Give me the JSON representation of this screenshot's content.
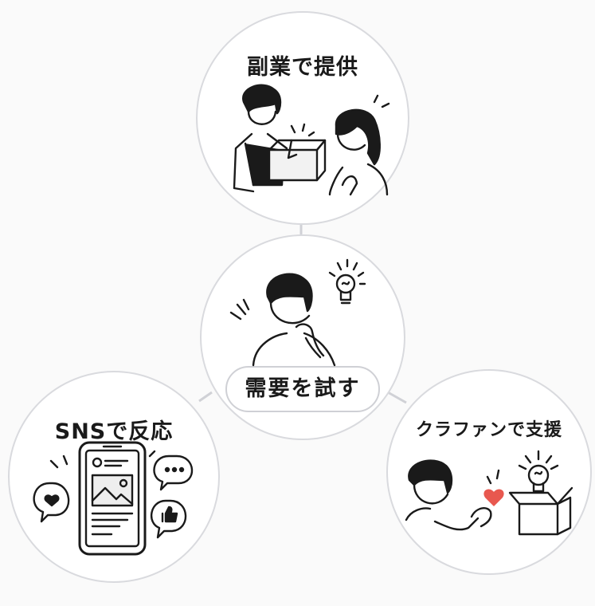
{
  "nodes": {
    "top": {
      "title": "副業で提供"
    },
    "center": {
      "title": "需要を試す"
    },
    "left": {
      "title": "SNSで反応"
    },
    "right": {
      "title": "クラファンで支援"
    }
  },
  "icons": [
    "box-icon",
    "heart-icon",
    "thumbs-up-icon",
    "speech-bubble-icon",
    "lightbulb-icon",
    "smartphone-icon",
    "image-icon"
  ],
  "colors": {
    "accent_heart": "#e8584f",
    "line": "#1a1a1a",
    "circle_border": "#d9dade",
    "connector": "#d0d1d6"
  }
}
